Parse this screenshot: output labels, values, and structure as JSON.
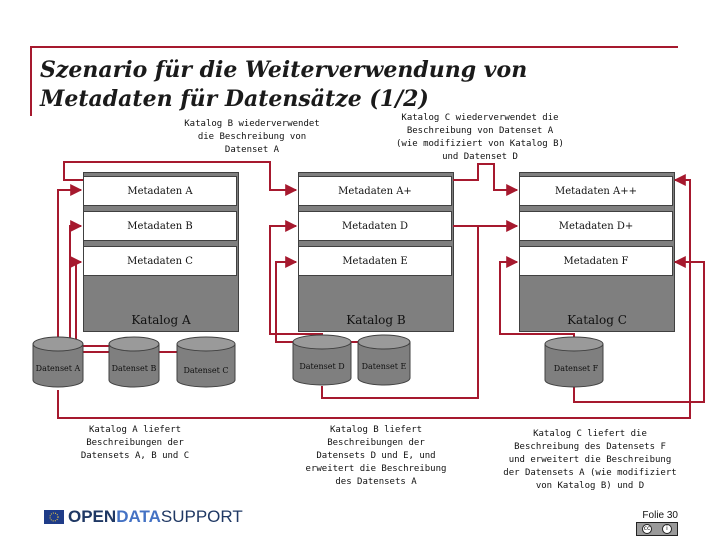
{
  "slide": {
    "title_line1": "Szenario für die Weiterverwendung von",
    "title_line2": "Metadaten für Datensätze (1/2)",
    "slide_number": "Folie 30"
  },
  "annotations": {
    "top_b": [
      "Katalog B wiederverwendet",
      "die Beschreibung von",
      "Datenset A"
    ],
    "top_c": [
      "Katalog C wiederverwendet die",
      "Beschreibung von Datenset A",
      "(wie modifiziert von Katalog B)",
      "und Datenset D"
    ],
    "bottom_a": [
      "Katalog A liefert",
      "Beschreibungen der",
      "Datensets A, B und C"
    ],
    "bottom_b": [
      "Katalog B liefert",
      "Beschreibungen der",
      "Datensets D und E, und",
      "erweitert die Beschreibung",
      "des Datensets A"
    ],
    "bottom_c": [
      "Katalog C liefert die",
      "Beschreibung des Datensets F",
      "und erweitert die Beschreibung",
      "der Datensets A (wie modifiziert",
      "von Katalog B) und D"
    ]
  },
  "catalogs": [
    {
      "label": "Katalog A",
      "metadata": [
        "Metadaten A",
        "Metadaten B",
        "Metadaten C"
      ]
    },
    {
      "label": "Katalog B",
      "metadata": [
        "Metadaten A+",
        "Metadaten D",
        "Metadaten E"
      ]
    },
    {
      "label": "Katalog C",
      "metadata": [
        "Metadaten A++",
        "Metadaten D+",
        "Metadaten F"
      ]
    }
  ],
  "datasets": [
    "Datenset A",
    "Datenset B",
    "Datenset C",
    "Datenset D",
    "Datenset E",
    "Datenset F"
  ],
  "logo": {
    "part1": "OPEN ",
    "part2": "DATA",
    "part3": "SUPPORT"
  },
  "colors": {
    "accent": "#a6192e",
    "catalog_fill": "#7f7f7f",
    "dataset_fill": "#7f7f7f",
    "logo_dark": "#1f3864",
    "logo_blue": "#4472c4"
  }
}
